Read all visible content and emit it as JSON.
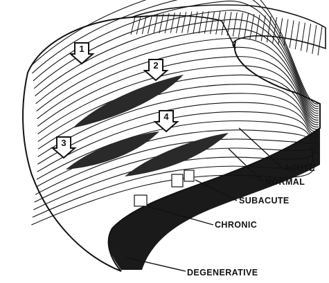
{
  "markers": [
    {
      "number": "1"
    },
    {
      "number": "2"
    },
    {
      "number": "3"
    },
    {
      "number": "4"
    }
  ],
  "labels": [
    {
      "text": "ACUTE"
    },
    {
      "text": "NORMAL"
    },
    {
      "text": "SUBACUTE"
    },
    {
      "text": "CHRONIC"
    },
    {
      "text": "DEGENERATIVE"
    }
  ]
}
